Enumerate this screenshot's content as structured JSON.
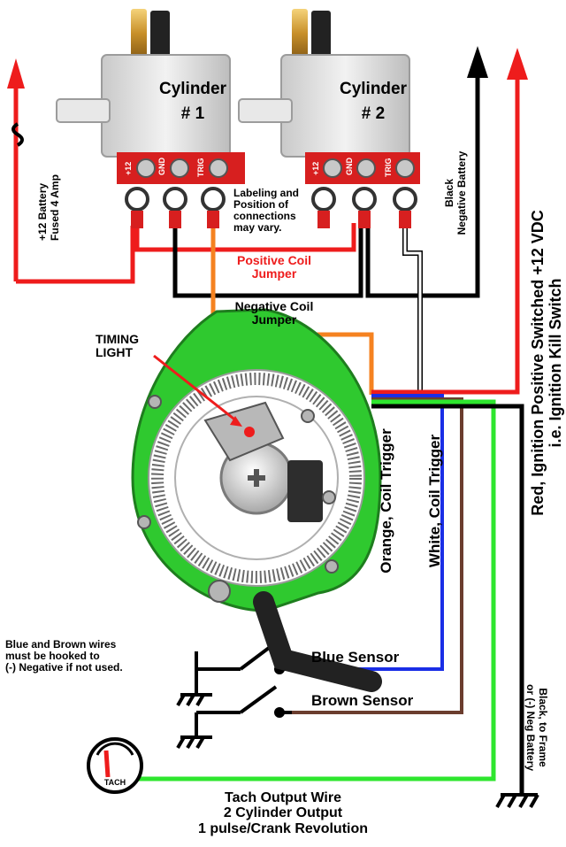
{
  "ignitor_1": {
    "title": "Cylinder",
    "number": "# 1",
    "terminals": [
      "+12",
      "GND",
      "TRIG"
    ]
  },
  "ignitor_2": {
    "title": "Cylinder",
    "number": "# 2",
    "terminals": [
      "+12",
      "GND",
      "TRIG"
    ]
  },
  "battery_label": [
    "+12 Battery",
    "Fused 4 Amp"
  ],
  "black_negative_label": [
    "Black",
    "Negative Battery"
  ],
  "labeling_note": [
    "Labeling and",
    "Position of",
    "connections",
    "may vary."
  ],
  "positive_jumper": [
    "Positive Coil",
    "Jumper"
  ],
  "negative_jumper": [
    "Negative Coil",
    "Jumper"
  ],
  "timing_light": [
    "TIMING",
    "LIGHT"
  ],
  "orange_wire": "Orange, Coil Trigger",
  "white_wire": "White, Coil Trigger",
  "red_ignition": [
    "Red, Ignition Positive Switched +12 VDC",
    "i.e. Ignition Kill Switch"
  ],
  "blue_sensor": "Blue Sensor",
  "brown_sensor": "Brown Sensor",
  "unused_note": [
    "Blue and Brown wires",
    "must be hooked to",
    "(-) Negative if not used."
  ],
  "black_frame": [
    "Black, to Frame",
    "or (-) Neg Battery"
  ],
  "tach_gauge": "TACH",
  "tach_output": [
    "Tach Output Wire",
    "2 Cylinder Output",
    "1 pulse/Crank Revolution"
  ],
  "colors": {
    "red": "#ee1c1c",
    "orange": "#f58220",
    "black": "#000000",
    "blue": "#1a2ee6",
    "brown": "#6b3d2e",
    "green": "#2ee62e",
    "plate_green": "#2fc92f",
    "terminal_strip": "#d71f1f"
  }
}
